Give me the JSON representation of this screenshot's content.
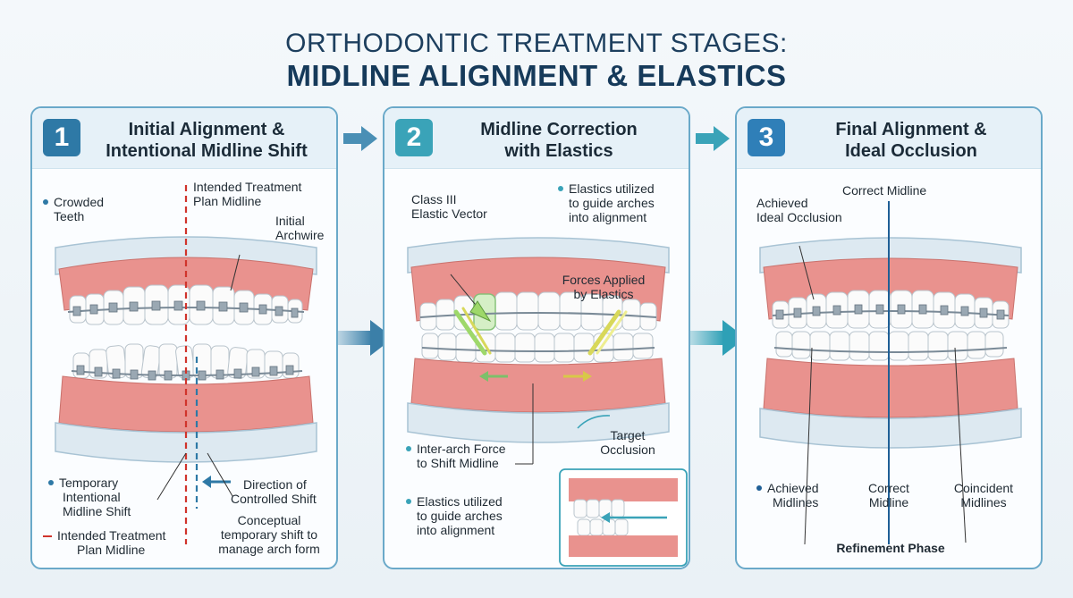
{
  "header": {
    "title_line1": "ORTHODONTIC TREATMENT STAGES:",
    "title_line2": "MIDLINE ALIGNMENT & ELASTICS"
  },
  "colors": {
    "navy": "#1d3f5e",
    "blue": "#2e79a6",
    "teal": "#3aa3b8",
    "red_dash": "#d0342c",
    "elastic_yellow": "#d8d85a",
    "elastic_green": "#9ed86a",
    "gum": "#e48a86"
  },
  "panels": [
    {
      "number": "1",
      "title_line1": "Initial Alignment &",
      "title_line2": "Intentional Midline Shift",
      "labels": {
        "crowded_teeth": [
          "Crowded",
          "Teeth"
        ],
        "intended_plan": [
          "Intended Treatment",
          "Plan Midline"
        ],
        "initial_archwire": [
          "Initial",
          "Archwire"
        ],
        "temporary_shift": [
          "Temporary",
          "Intentional",
          "Midline Shift"
        ],
        "direction_shift": [
          "Direction of",
          "Controlled Shift"
        ],
        "legend_intended": [
          "Intended Treatment",
          "Plan Midline"
        ],
        "conceptual_note": [
          "Conceptual",
          "temporary shift to",
          "manage arch form"
        ]
      }
    },
    {
      "number": "2",
      "title_line1": "Midline Correction",
      "title_line2": "with Elastics",
      "labels": {
        "class_iii": [
          "Class III",
          "Elastic Vector"
        ],
        "elastics_guide_top": [
          "Elastics utilized",
          "to guide arches",
          "into alignment"
        ],
        "forces_applied": [
          "Forces Applied",
          "by Elastics"
        ],
        "inter_arch": [
          "Inter-arch Force",
          "to Shift Midline"
        ],
        "elastics_guide_bottom": [
          "Elastics utilized",
          "to guide arches",
          "into alignment"
        ],
        "target_occlusion": [
          "Target",
          "Occlusion"
        ]
      }
    },
    {
      "number": "3",
      "title_line1": "Final Alignment &",
      "title_line2": "Ideal Occlusion",
      "labels": {
        "achieved_occlusion": [
          "Achieved",
          "Ideal Occlusion"
        ],
        "correct_midline_top": "Correct Midline",
        "achieved_midlines": [
          "Achieved",
          "Midlines"
        ],
        "correct_midline_bottom": [
          "Correct",
          "Midline"
        ],
        "coincident_midlines": [
          "Coincident",
          "Midlines"
        ],
        "refinement": "Refinement Phase"
      }
    }
  ]
}
